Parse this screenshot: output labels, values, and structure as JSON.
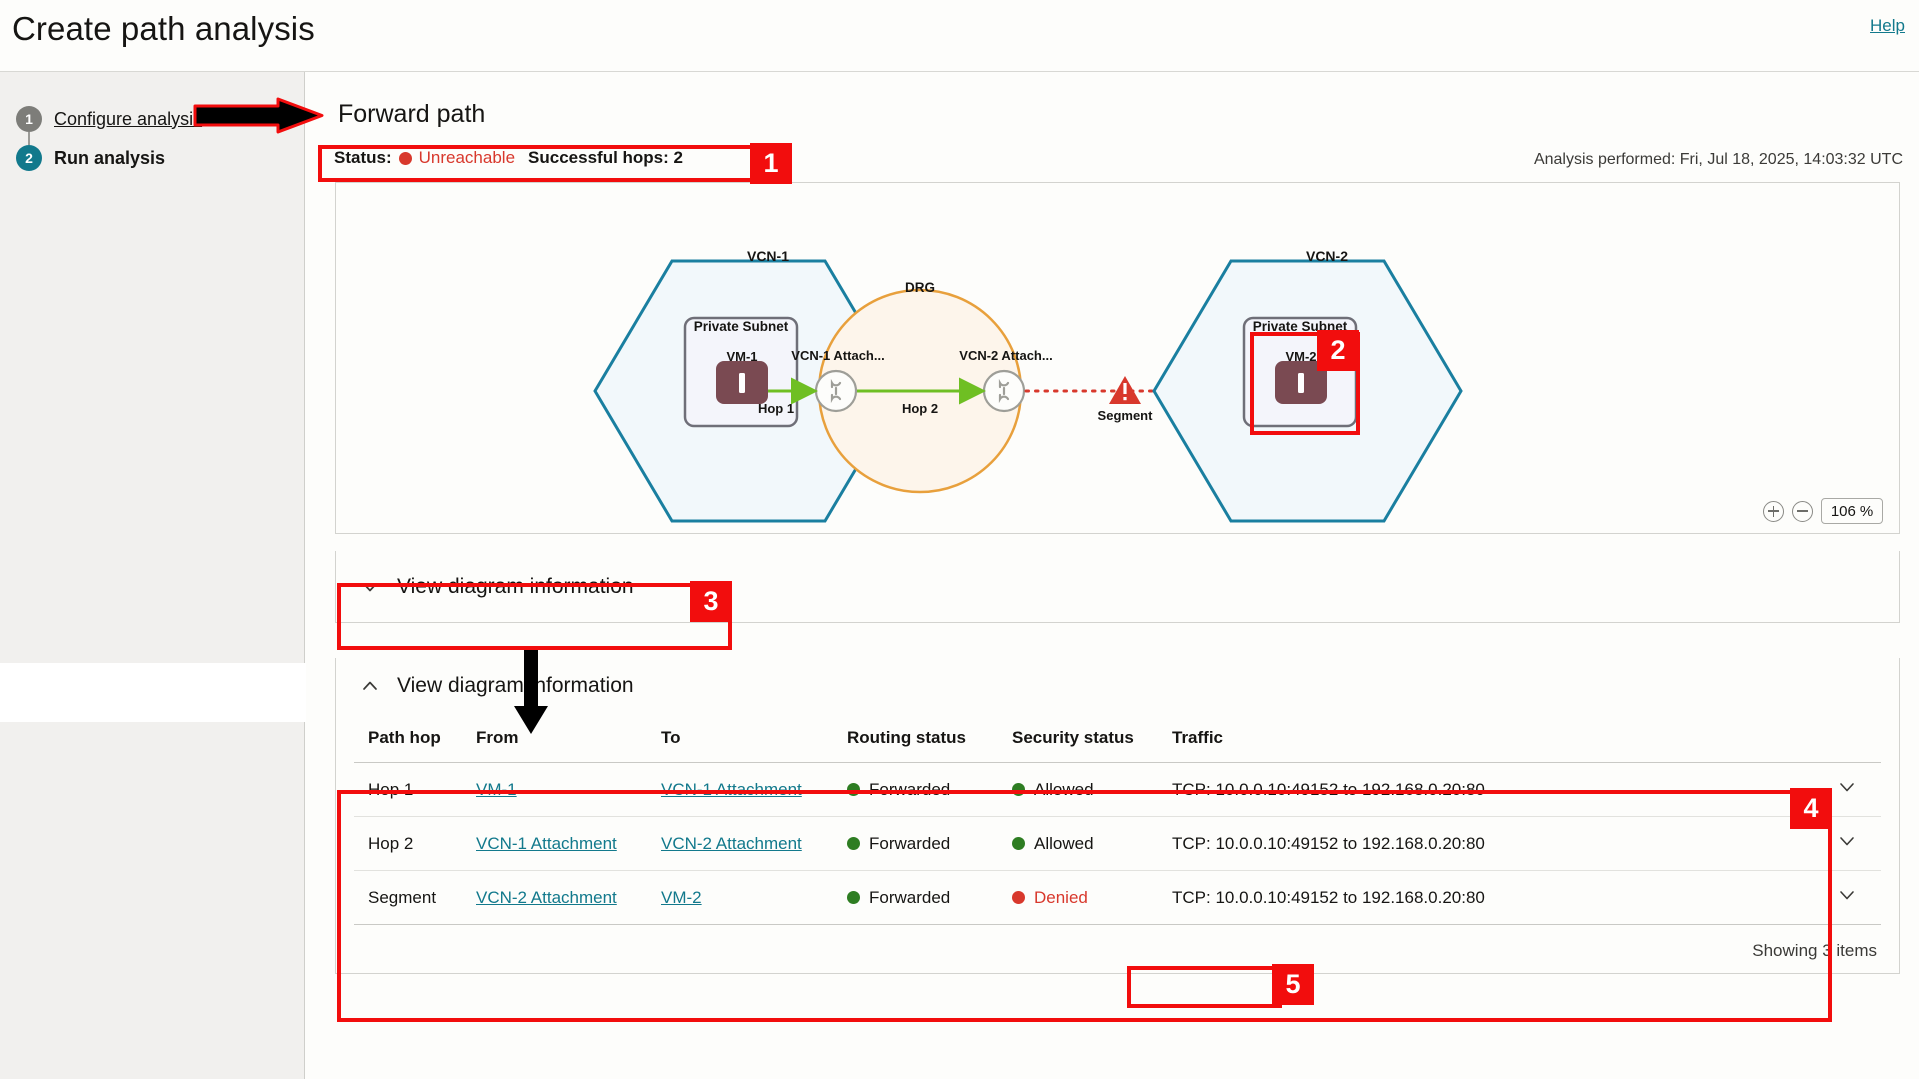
{
  "header": {
    "title": "Create path analysis",
    "help_label": "Help"
  },
  "wizard": {
    "steps": [
      {
        "number": "1",
        "label": "Configure analysis",
        "state": "complete"
      },
      {
        "number": "2",
        "label": "Run analysis",
        "state": "current"
      }
    ]
  },
  "main": {
    "section_title": "Forward path",
    "status_label": "Status:",
    "status_value": "Unreachable",
    "successful_hops_label": "Successful hops: 2",
    "analysis_performed": "Analysis performed: Fri, Jul 18, 2025, 14:03:32 UTC",
    "accordion_collapsed_label": "View diagram information",
    "accordion_expanded_label": "View diagram information",
    "showing_items": "Showing 3 items"
  },
  "diagram": {
    "nodes": {
      "vcn1_label": "VCN-1",
      "vcn1_subnet_label": "Private Subnet",
      "vcn1_vm_label": "VM-1",
      "drg_label": "DRG",
      "attach1_label": "VCN-1 Attach...",
      "attach2_label": "VCN-2 Attach...",
      "vcn2_label": "VCN-2",
      "vcn2_subnet_label": "Private Subnet",
      "vcn2_vm_label": "VM-2",
      "segment_label": "Segment"
    },
    "edges": {
      "hop1_label": "Hop 1",
      "hop2_label": "Hop 2"
    },
    "zoom": {
      "value": "106",
      "unit": "%",
      "zoom_in_title": "Zoom in",
      "zoom_out_title": "Zoom out"
    },
    "colors": {
      "vcn_border": "#1a7fa0",
      "vcn_fill": "#f2f8fb",
      "drg_border": "#e8a03c",
      "drg_fill": "#fdf5eb",
      "edge_ok": "#6fbf23",
      "edge_fail": "#d8382c",
      "vm_icon": "#7a4a52",
      "annotation": "#f20d0d"
    }
  },
  "table": {
    "columns": [
      "Path hop",
      "From",
      "To",
      "Routing status",
      "Security status",
      "Traffic"
    ],
    "rows": [
      {
        "hop": "Hop 1",
        "from": "VM-1",
        "to": "VCN-1 Attachment",
        "routing_status": "Forwarded",
        "routing_state": "ok",
        "security_status": "Allowed",
        "security_state": "ok",
        "traffic": "TCP: 10.0.0.10:49152 to 192.168.0.20:80"
      },
      {
        "hop": "Hop 2",
        "from": "VCN-1 Attachment",
        "to": "VCN-2 Attachment",
        "routing_status": "Forwarded",
        "routing_state": "ok",
        "security_status": "Allowed",
        "security_state": "ok",
        "traffic": "TCP: 10.0.0.10:49152 to 192.168.0.20:80"
      },
      {
        "hop": "Segment",
        "from": "VCN-2 Attachment",
        "to": "VM-2",
        "routing_status": "Forwarded",
        "routing_state": "ok",
        "security_status": "Denied",
        "security_state": "fail",
        "traffic": "TCP: 10.0.0.10:49152 to 192.168.0.20:80"
      }
    ]
  },
  "annotations": {
    "callout_1": "1",
    "callout_2": "2",
    "callout_3": "3",
    "callout_4": "4",
    "callout_5": "5"
  }
}
